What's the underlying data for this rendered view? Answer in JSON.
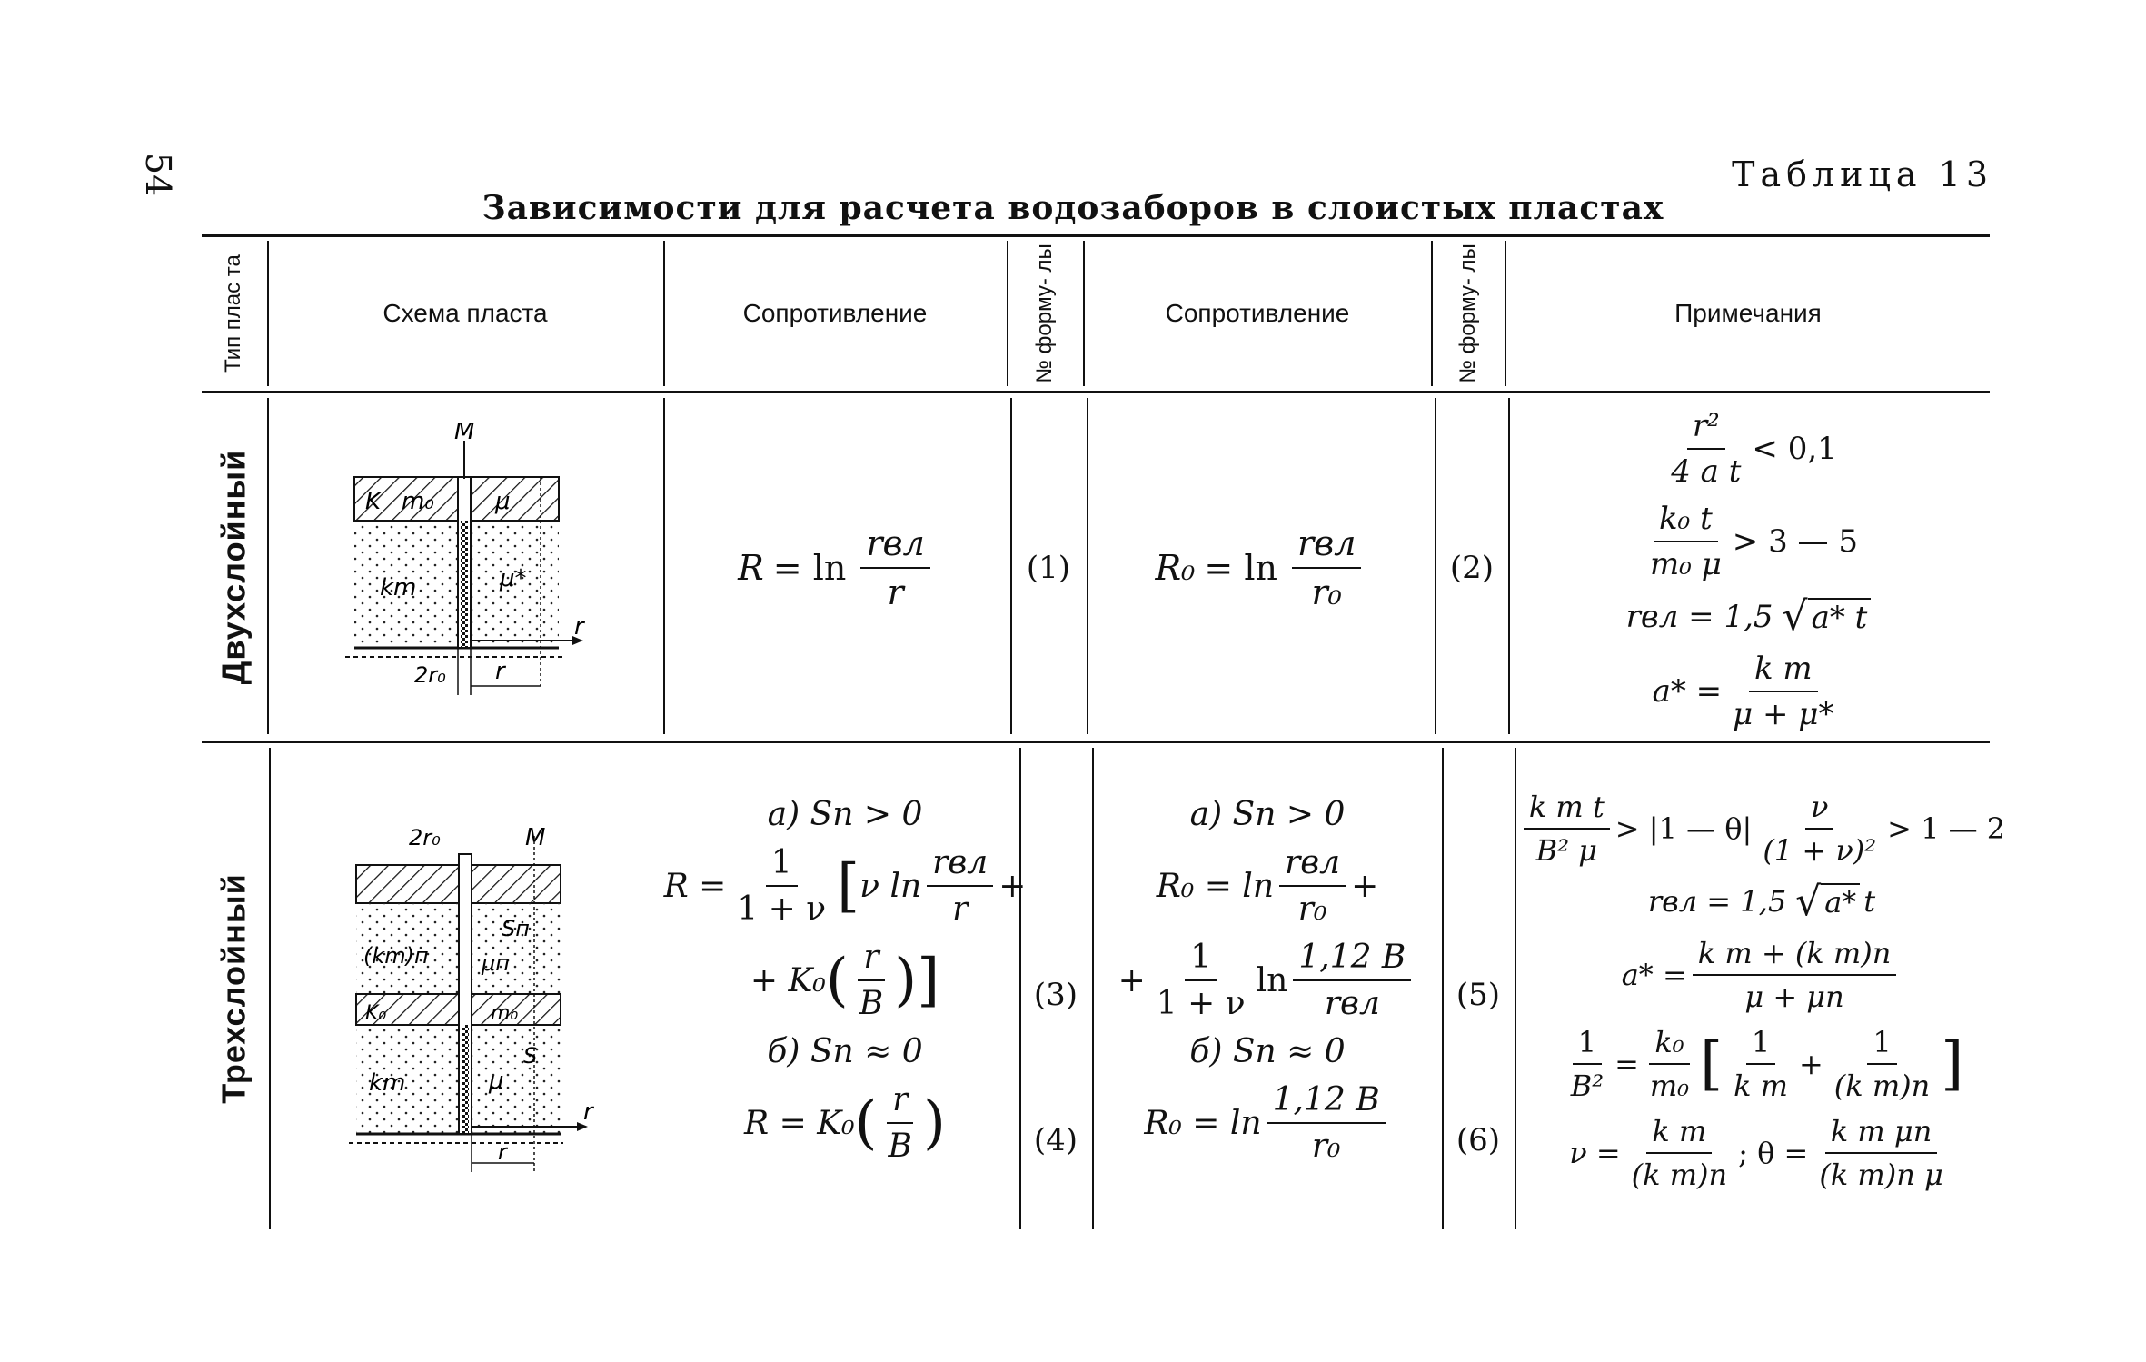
{
  "page": {
    "page_number": "54",
    "table_number": "Таблица 13",
    "title": "Зависимости для расчета водозаборов в слоистых пластах"
  },
  "headers": {
    "type": "Тип плас та",
    "scheme": "Схема пласта",
    "resistance1": "Сопротивление",
    "formula_no1": "№ форму- лы",
    "resistance2": "Сопротивление",
    "formula_no2": "№ форму- лы",
    "notes": "Примечания"
  },
  "rows": [
    {
      "type": "Двухслойный",
      "scheme_labels": [
        "M",
        "K",
        "m₀",
        "μ",
        "km",
        "μ*",
        "r",
        "2r₀",
        "r"
      ],
      "f1": {
        "lhs": "R",
        "op": "= ln",
        "num": "rвл",
        "den": "r"
      },
      "fn1": "(1)",
      "f2": {
        "lhs": "R₀",
        "op": "= ln",
        "num": "rвл",
        "den": "r₀"
      },
      "fn2": "(2)",
      "notes": {
        "n1_num": "r²",
        "n1_den": "4 a t",
        "n1_rhs": "< 0,1",
        "n2_num": "k₀ t",
        "n2_den": "m₀ μ",
        "n2_rhs": "> 3 — 5",
        "n3_lhs": "rвл = 1,5",
        "n3_rad": "a* t",
        "n4_lhs": "a* =",
        "n4_num": "k m",
        "n4_den": "μ + μ*"
      }
    },
    {
      "type": "Трехслойный",
      "scheme_labels": [
        "2r₀",
        "M",
        "Sп",
        "(km)п",
        "μп",
        "K₀",
        "m₀",
        "S",
        "km",
        "μ",
        "r",
        "r"
      ],
      "a_label": "а)  Sп > 0",
      "b_label": "б)  Sп ≈ 0",
      "f3": {
        "lhs": "R =",
        "num": "1",
        "den": "1 + ν",
        "term1": "ν ln",
        "t1_num": "rвл",
        "t1_den": "r",
        "plus": "+",
        "term2": "+ K₀",
        "t2_num": "r",
        "t2_den": "B"
      },
      "fn3": "(3)",
      "f4": {
        "lhs": "R = K₀",
        "num": "r",
        "den": "B"
      },
      "fn4": "(4)",
      "f5": {
        "lhs": "R₀ = ln",
        "num": "rвл",
        "den": "r₀",
        "plus": "+",
        "c_num": "1",
        "c_den": "1 + ν",
        "ln": "ln",
        "l_num": "1,12 B",
        "l_den": "rвл"
      },
      "fn5": "(5)",
      "f6": {
        "lhs": "R₀ = ln",
        "num": "1,12 B",
        "den": "r₀"
      },
      "fn6": "(6)",
      "notes": {
        "n1_num": "k m t",
        "n1_den": "B² μ",
        "n1_mid": "> |1 — θ|",
        "n1_num2": "ν",
        "n1_den2": "(1 + ν)²",
        "n1_rhs": "> 1 — 2",
        "n2_lhs": "rвл = 1,5",
        "n2_rad": "a*",
        "n2_t": "t",
        "n3_lhs": "a* =",
        "n3_num": "k m + (k m)п",
        "n3_den": "μ + μп",
        "n4_num": "1",
        "n4_den": "B²",
        "n4_eq": "=",
        "n4_num2": "k₀",
        "n4_den2": "m₀",
        "n4_a_num": "1",
        "n4_a_den": "k m",
        "n4_plus": "+",
        "n4_b_num": "1",
        "n4_b_den": "(k m)п",
        "n5_lhs": "ν =",
        "n5_num": "k m",
        "n5_den": "(k m)п",
        "n5_sep": ";   θ =",
        "n5_num2": "k m μп",
        "n5_den2": "(k m)п μ"
      }
    }
  ]
}
